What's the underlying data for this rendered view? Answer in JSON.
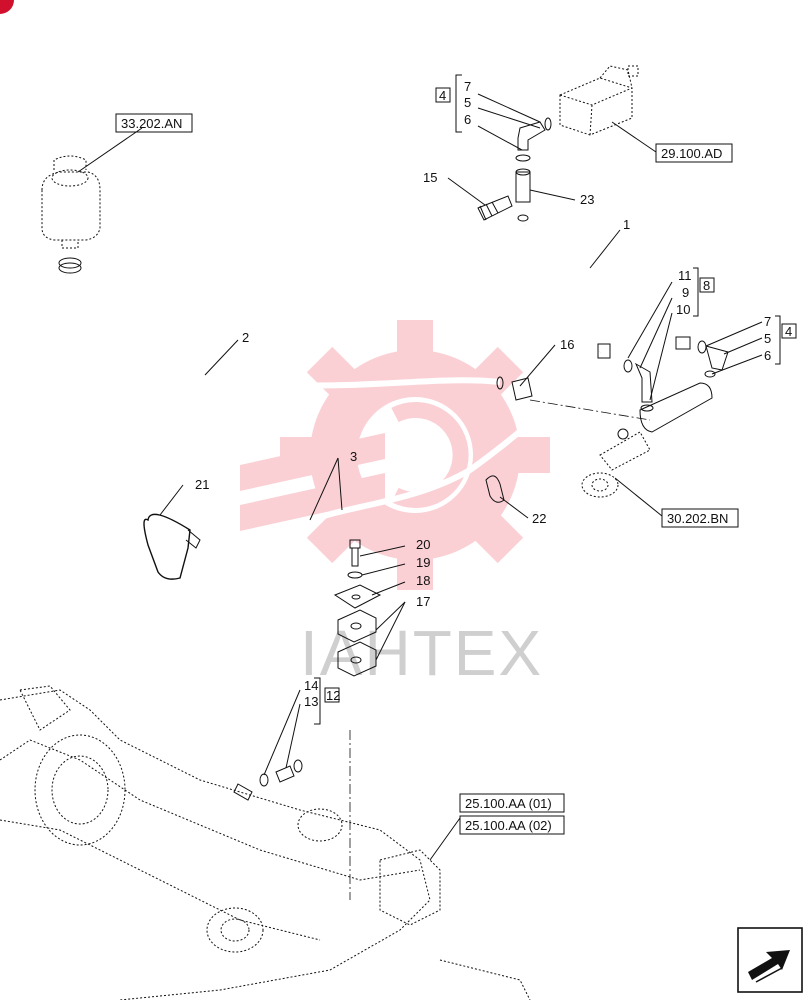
{
  "watermark": {
    "text": "IAHTEX",
    "gear_color": "#f05a6a"
  },
  "refs": {
    "r33202AN": "33.202.AN",
    "r29100AD": "29.100.AD",
    "r30202BN": "30.202.BN",
    "r25100AA01": "25.100.AA (01)",
    "r25100AA02": "25.100.AA (02)"
  },
  "groups": {
    "g4a": "4",
    "g8": "8",
    "g4b": "4",
    "g12": "12"
  },
  "labels": {
    "n1": "1",
    "n2": "2",
    "n3": "3",
    "n5a": "5",
    "n6a": "6",
    "n7a": "7",
    "n5b": "5",
    "n6b": "6",
    "n7b": "7",
    "n9": "9",
    "n10": "10",
    "n11": "11",
    "n13": "13",
    "n14": "14",
    "n15": "15",
    "n16": "16",
    "n17": "17",
    "n18": "18",
    "n19": "19",
    "n20": "20",
    "n21": "21",
    "n22": "22",
    "n23": "23"
  },
  "nav_icon": "arrow-next-page-icon",
  "corner_mark_color": "#d0102c"
}
